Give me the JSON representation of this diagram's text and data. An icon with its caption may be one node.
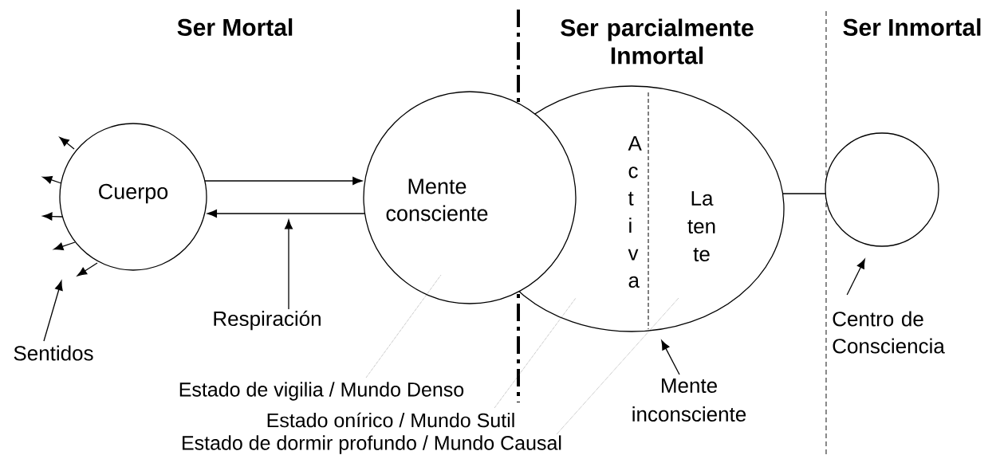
{
  "diagram": {
    "nodes": [
      {
        "text": [
          "Cuerpo"
        ]
      },
      {
        "text": [
          "Mente consciente"
        ]
      },
      {
        "text": [
          "A c t i v a",
          "La ten te"
        ]
      },
      {
        "text": [],
        "shape": "circle"
      },
      {
        "text": [
          "Sentidos"
        ]
      },
      {
        "text": [
          "Respiración"
        ]
      },
      {
        "text": [
          "Estado de vigilia / Mundo Denso"
        ]
      },
      {
        "text": [
          "Estado onírico / Mundo Sutil"
        ]
      },
      {
        "text": [
          "Estado de dormir profundo / Mundo Causal"
        ]
      },
      {
        "text": [
          "Mente inconsciente"
        ]
      },
      {
        "text": [
          "Centro de Consciencia"
        ]
      }
    ],
    "edges": [
      {
        "from": 0,
        "to": 1,
        "arrow": "to"
      },
      {
        "from": 1,
        "to": 0,
        "arrow": "to"
      },
      {
        "from": 0,
        "to": null,
        "arrow": "to"
      },
      {
        "from": 0,
        "to": null,
        "arrow": "to"
      },
      {
        "from": 0,
        "to": null,
        "arrow": "to"
      },
      {
        "from": 0,
        "to": null,
        "arrow": "to"
      },
      {
        "from": 0,
        "to": null,
        "arrow": "to"
      },
      {
        "from": 4,
        "to": null,
        "arrow": "to"
      },
      {
        "from": 5,
        "to": null,
        "arrow": "to"
      },
      {
        "from": 6,
        "to": 1,
        "arrow": "none",
        "style": "dashed"
      },
      {
        "from": 7,
        "to": 2,
        "arrow": "none",
        "style": "dashed"
      },
      {
        "from": 8,
        "to": 2,
        "arrow": "none",
        "style": "dashed"
      },
      {
        "from": 9,
        "to": 2,
        "arrow": "to"
      },
      {
        "from": 10,
        "to": 3,
        "arrow": "to"
      },
      {
        "from": 2,
        "to": 3,
        "arrow": "none"
      }
    ],
    "labels": [
      "Ser Mortal",
      "Ser parcialmente Inmortal",
      "Ser Inmortal"
    ]
  }
}
